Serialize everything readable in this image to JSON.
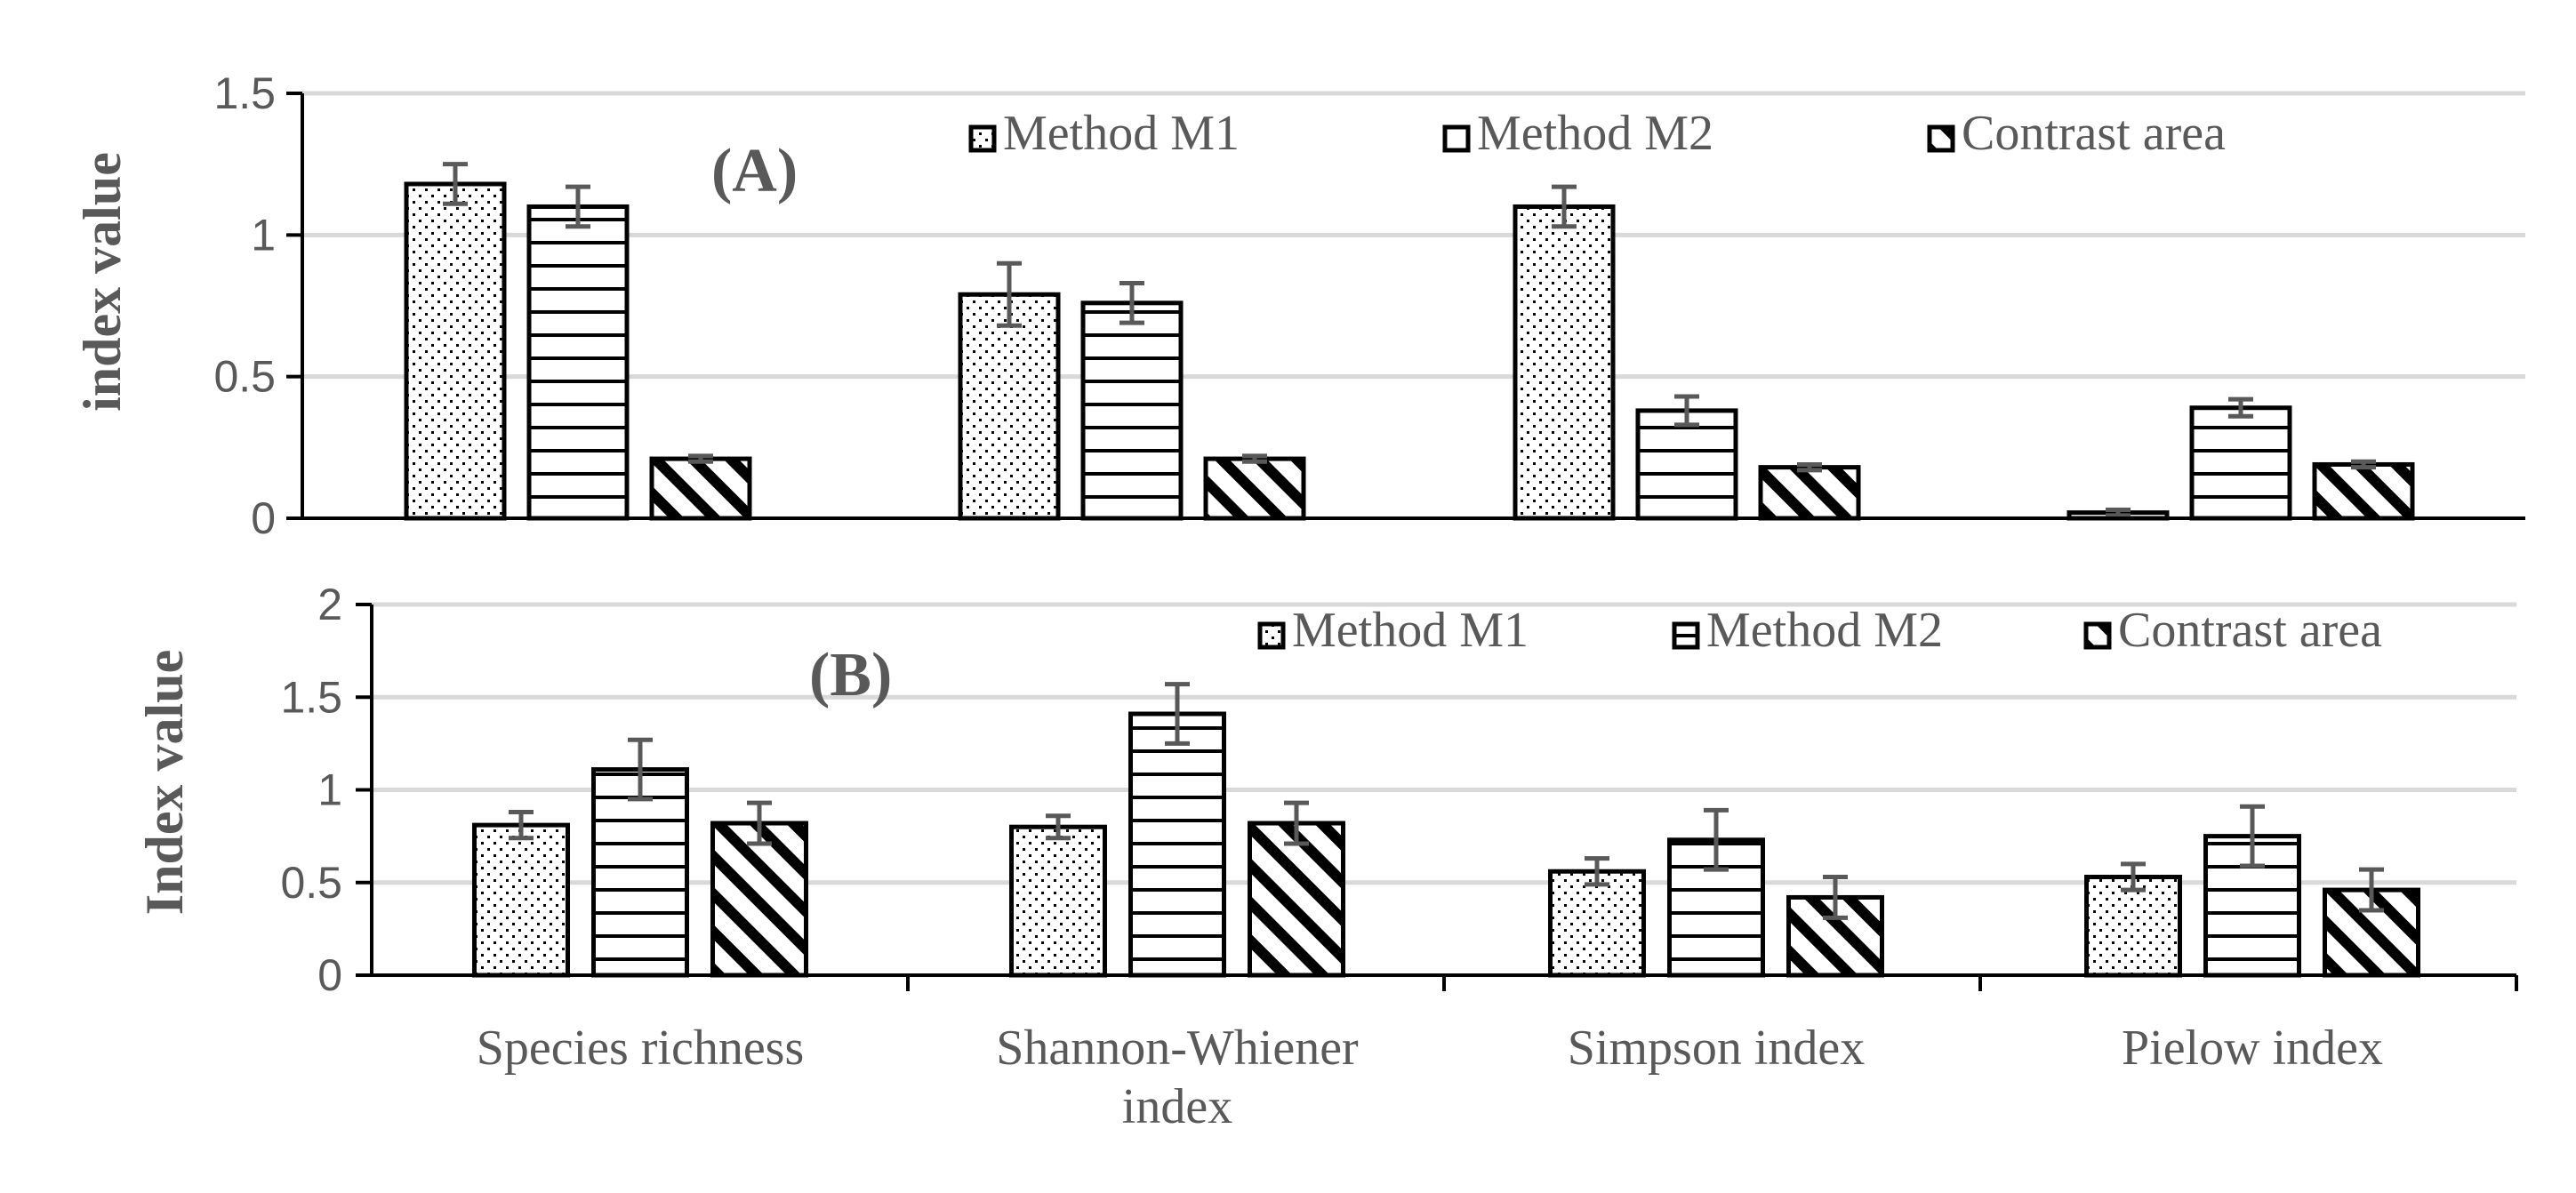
{
  "categories": [
    "Species richness",
    "Shannon-Whiener index",
    "Simpson index",
    "Pielow index"
  ],
  "legend": [
    "Method M1",
    "Method M2",
    "Contrast area"
  ],
  "chart_data": [
    {
      "type": "bar",
      "panel": "(A)",
      "ylabel": "index value",
      "ylim": [
        0,
        1.5
      ],
      "yticks": [
        "0",
        "0.5",
        "1",
        "1.5"
      ],
      "grid": true,
      "legend_position": "top",
      "categories": [
        "Species richness",
        "Shannon-Whiener index",
        "Simpson index",
        "Pielow index"
      ],
      "series": [
        {
          "name": "Method M1",
          "pattern": "dots",
          "values": [
            1.18,
            0.79,
            1.1,
            0.02
          ],
          "errors": [
            0.07,
            0.11,
            0.07,
            0.01
          ]
        },
        {
          "name": "Method M2",
          "pattern": "hlines",
          "values": [
            1.1,
            0.76,
            0.38,
            0.39
          ],
          "errors": [
            0.07,
            0.07,
            0.05,
            0.03
          ]
        },
        {
          "name": "Contrast area",
          "pattern": "diagonal",
          "values": [
            0.21,
            0.21,
            0.18,
            0.19
          ],
          "errors": [
            0.01,
            0.01,
            0.01,
            0.01
          ]
        }
      ]
    },
    {
      "type": "bar",
      "panel": "(B)",
      "ylabel": "Index value",
      "ylim": [
        0,
        2
      ],
      "yticks": [
        "0",
        "0.5",
        "1",
        "1.5",
        "2"
      ],
      "grid": true,
      "legend_position": "top",
      "categories": [
        "Species richness",
        "Shannon-Whiener index",
        "Simpson index",
        "Pielow index"
      ],
      "series": [
        {
          "name": "Method M1",
          "pattern": "dots",
          "values": [
            0.81,
            0.8,
            0.56,
            0.53
          ],
          "errors": [
            0.07,
            0.06,
            0.07,
            0.07
          ]
        },
        {
          "name": "Method M2",
          "pattern": "hlines",
          "values": [
            1.11,
            1.41,
            0.73,
            0.75
          ],
          "errors": [
            0.16,
            0.16,
            0.16,
            0.16
          ]
        },
        {
          "name": "Contrast area",
          "pattern": "diagonal",
          "values": [
            0.82,
            0.82,
            0.42,
            0.46
          ],
          "errors": [
            0.11,
            0.11,
            0.11,
            0.11
          ]
        }
      ]
    }
  ]
}
